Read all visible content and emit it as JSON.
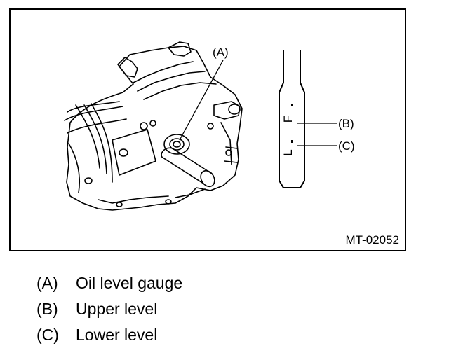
{
  "figure": {
    "callouts": {
      "a": "(A)",
      "b": "(B)",
      "c": "(C)"
    },
    "gauge_marks": {
      "upper": "F",
      "lower": "L"
    },
    "figure_id": "MT-02052"
  },
  "legend": [
    {
      "key": "(A)",
      "label": "Oil level gauge"
    },
    {
      "key": "(B)",
      "label": "Upper level"
    },
    {
      "key": "(C)",
      "label": "Lower level"
    }
  ]
}
